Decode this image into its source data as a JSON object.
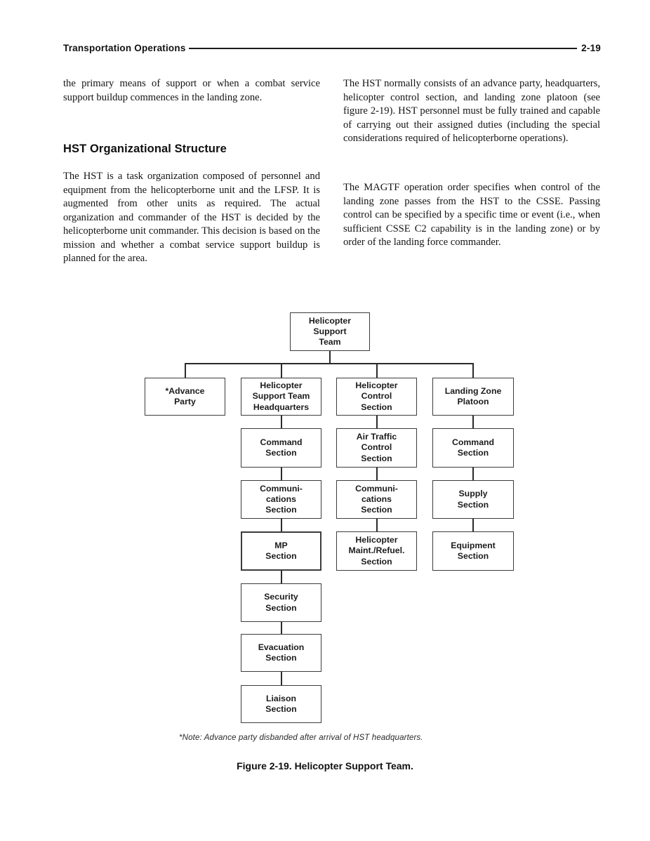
{
  "header": {
    "title": "Transportation Operations",
    "page_number": "2-19"
  },
  "left_column": {
    "paragraph1": "the primary means of support or when a combat service support buildup commences in the landing zone.",
    "heading": "HST Organizational Structure",
    "paragraph2": "The HST is a task organization composed of personnel and equipment from the helicopterborne unit and the LFSP. It is augmented from other units as required. The actual organization and commander of the HST is decided by the helicopterborne unit commander. This decision is based on the mission and whether a combat service support buildup is planned for the area."
  },
  "right_column": {
    "paragraph1": "The HST normally consists of an advance party, headquarters, helicopter control section, and landing zone platoon (see figure 2-19). HST personnel must be fully trained and capable of carrying out their assigned duties (including the special considerations required of helicopterborne operations).",
    "paragraph2": "The MAGTF operation order specifies when control of the landing zone passes from the HST to the CSSE. Passing control can be specified by a specific time or event (i.e., when sufficient CSSE C2 capability is in the landing zone) or by order of the landing force commander."
  },
  "figure": {
    "note": "*Note:  Advance party disbanded after arrival of HST headquarters.",
    "caption": "Figure 2-19. Helicopter Support Team.",
    "org_chart": {
      "root": "Helicopter\nSupport\nTeam",
      "columns": [
        {
          "head": "*Advance\nParty",
          "children": []
        },
        {
          "head": "Helicopter\nSupport Team\nHeadquarters",
          "children": [
            "Command\nSection",
            "Communi-\ncations\nSection",
            "MP\nSection",
            "Security\nSection",
            "Evacuation\nSection",
            "Liaison\nSection"
          ]
        },
        {
          "head": "Helicopter\nControl\nSection",
          "children": [
            "Air Traffic\nControl\nSection",
            "Communi-\ncations\nSection",
            "Helicopter\nMaint./Refuel.\nSection"
          ]
        },
        {
          "head": "Landing Zone\nPlatoon",
          "children": [
            "Command\nSection",
            "Supply\nSection",
            "Equipment\nSection"
          ]
        }
      ]
    }
  }
}
